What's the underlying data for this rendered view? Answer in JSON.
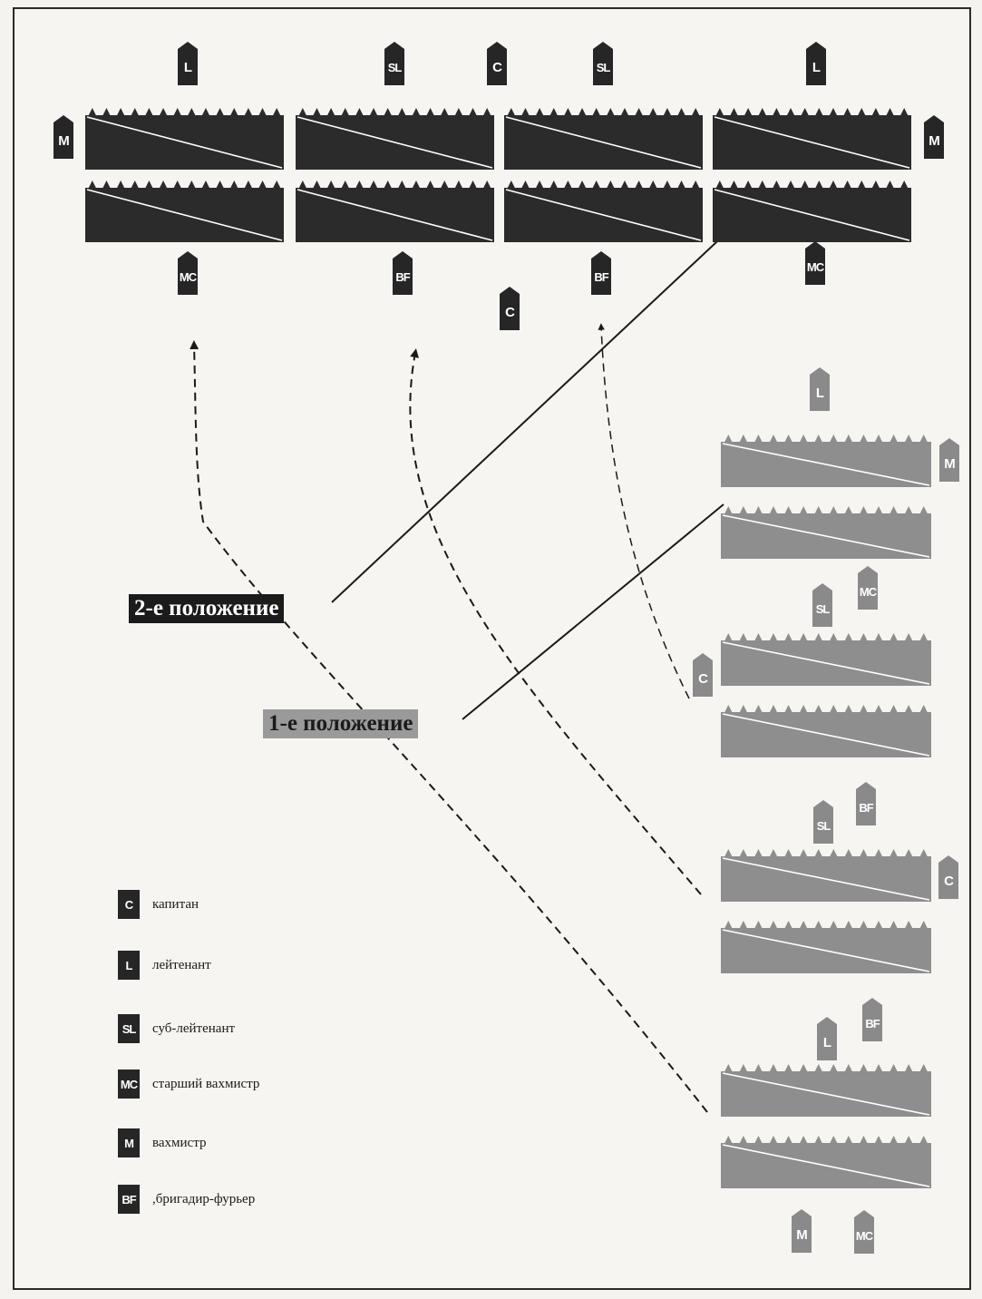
{
  "labels": {
    "position_2": "2-е положение",
    "position_1": "1-е положение"
  },
  "legend": [
    {
      "abbr": "C",
      "text": "капитан"
    },
    {
      "abbr": "L",
      "text": "лейтенант"
    },
    {
      "abbr": "SL",
      "text": "суб-лейтенант"
    },
    {
      "abbr": "MC",
      "text": "старший вахмистр"
    },
    {
      "abbr": "M",
      "text": "вахмистр"
    },
    {
      "abbr": "BF",
      "text": ",бригадир-фурьер"
    }
  ],
  "formation_2_officers": [
    {
      "id": "top-l-1",
      "abbr": "L"
    },
    {
      "id": "top-sl-1",
      "abbr": "SL"
    },
    {
      "id": "top-c",
      "abbr": "C"
    },
    {
      "id": "top-sl-2",
      "abbr": "SL"
    },
    {
      "id": "top-l-2",
      "abbr": "L"
    },
    {
      "id": "top-m-left",
      "abbr": "M"
    },
    {
      "id": "top-m-right",
      "abbr": "M"
    },
    {
      "id": "top-mc-1",
      "abbr": "MC"
    },
    {
      "id": "top-bf-1",
      "abbr": "BF"
    },
    {
      "id": "top-c-2",
      "abbr": "C"
    },
    {
      "id": "top-bf-2",
      "abbr": "BF"
    },
    {
      "id": "top-mc-2",
      "abbr": "MC"
    }
  ],
  "formation_1_officers": [
    {
      "id": "r-l-1",
      "abbr": "L"
    },
    {
      "id": "r-m-1",
      "abbr": "M"
    },
    {
      "id": "r-sl-1",
      "abbr": "SL"
    },
    {
      "id": "r-mc-1",
      "abbr": "MC"
    },
    {
      "id": "r-c-1",
      "abbr": "C"
    },
    {
      "id": "r-sl-2",
      "abbr": "SL"
    },
    {
      "id": "r-bf-1",
      "abbr": "BF"
    },
    {
      "id": "r-c-2",
      "abbr": "C"
    },
    {
      "id": "r-l-2",
      "abbr": "L"
    },
    {
      "id": "r-bf-2",
      "abbr": "BF"
    },
    {
      "id": "r-m-2",
      "abbr": "M"
    },
    {
      "id": "r-mc-2",
      "abbr": "MC"
    }
  ],
  "colors": {
    "formation_2_fill": "#2b2b2b",
    "formation_1_fill": "#8e8e8e",
    "badge_dark": "#262626",
    "badge_grey": "#8a8a8a",
    "line": "#1a1a1a"
  }
}
